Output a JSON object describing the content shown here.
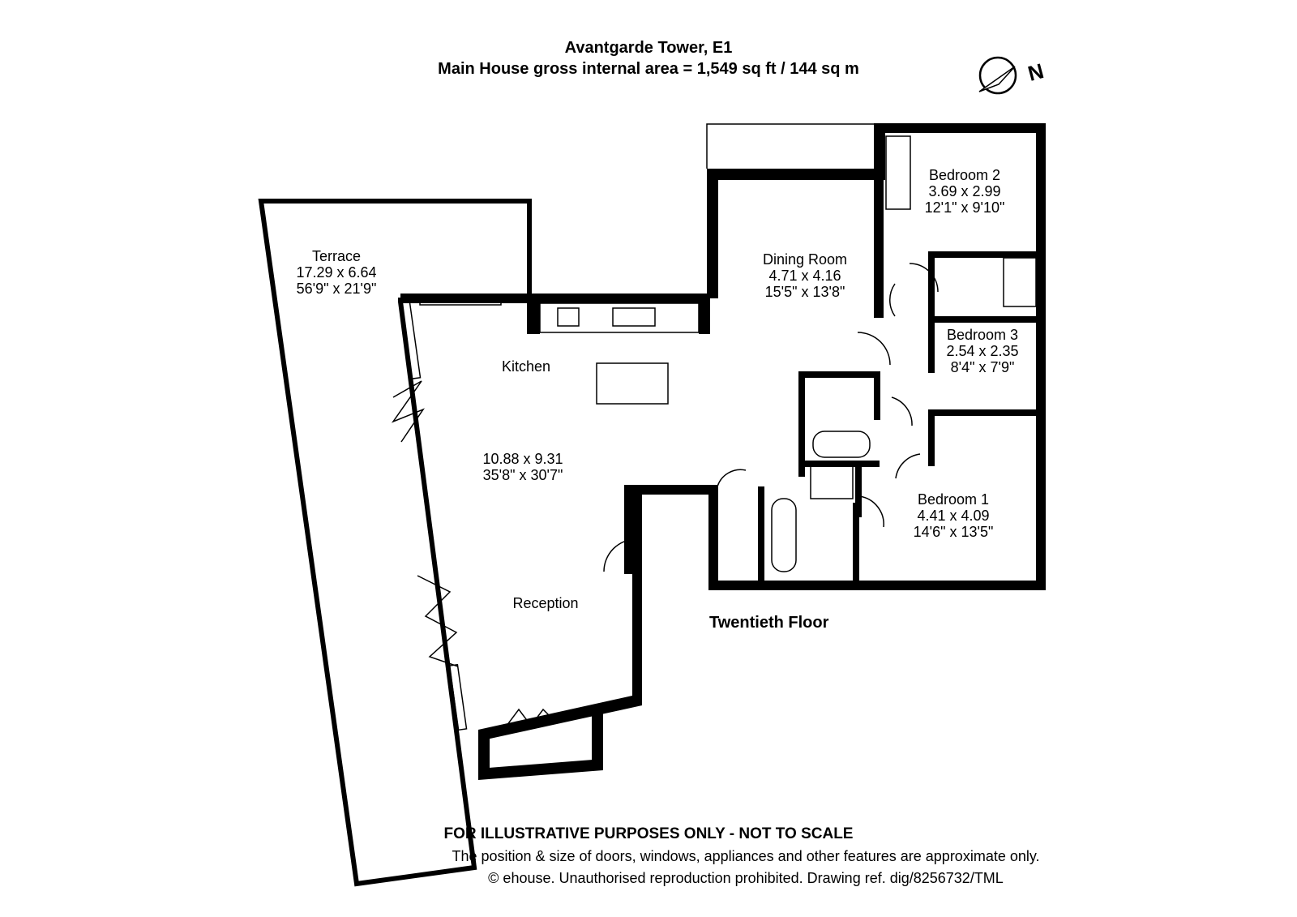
{
  "header": {
    "title": "Avantgarde Tower, E1",
    "subtitle": "Main House gross internal area = 1,549 sq ft / 144 sq m"
  },
  "compass": {
    "label": "N",
    "icon": "north-arrow-icon"
  },
  "rooms": {
    "terrace": {
      "name": "Terrace",
      "metric": "17.29 x 6.64",
      "imperial": "56'9\" x 21'9\""
    },
    "kitchen": {
      "name": "Kitchen"
    },
    "main": {
      "metric": "10.88 x 9.31",
      "imperial": "35'8\" x 30'7\""
    },
    "reception": {
      "name": "Reception"
    },
    "dining": {
      "name": "Dining Room",
      "metric": "4.71 x 4.16",
      "imperial": "15'5\" x 13'8\""
    },
    "bedroom2": {
      "name": "Bedroom 2",
      "metric": "3.69 x 2.99",
      "imperial": "12'1\" x 9'10\""
    },
    "bedroom3": {
      "name": "Bedroom 3",
      "metric": "2.54 x 2.35",
      "imperial": "8'4\" x 7'9\""
    },
    "bedroom1": {
      "name": "Bedroom 1",
      "metric": "4.41 x 4.09",
      "imperial": "14'6\" x 13'5\""
    }
  },
  "floor_label": "Twentieth Floor",
  "disclaimer": {
    "line1": "FOR ILLUSTRATIVE PURPOSES ONLY - NOT TO SCALE",
    "line2": "The position & size of doors, windows, appliances and other features are approximate only.",
    "line3": "© ehouse. Unauthorised reproduction prohibited. Drawing ref. dig/8256732/TML"
  }
}
